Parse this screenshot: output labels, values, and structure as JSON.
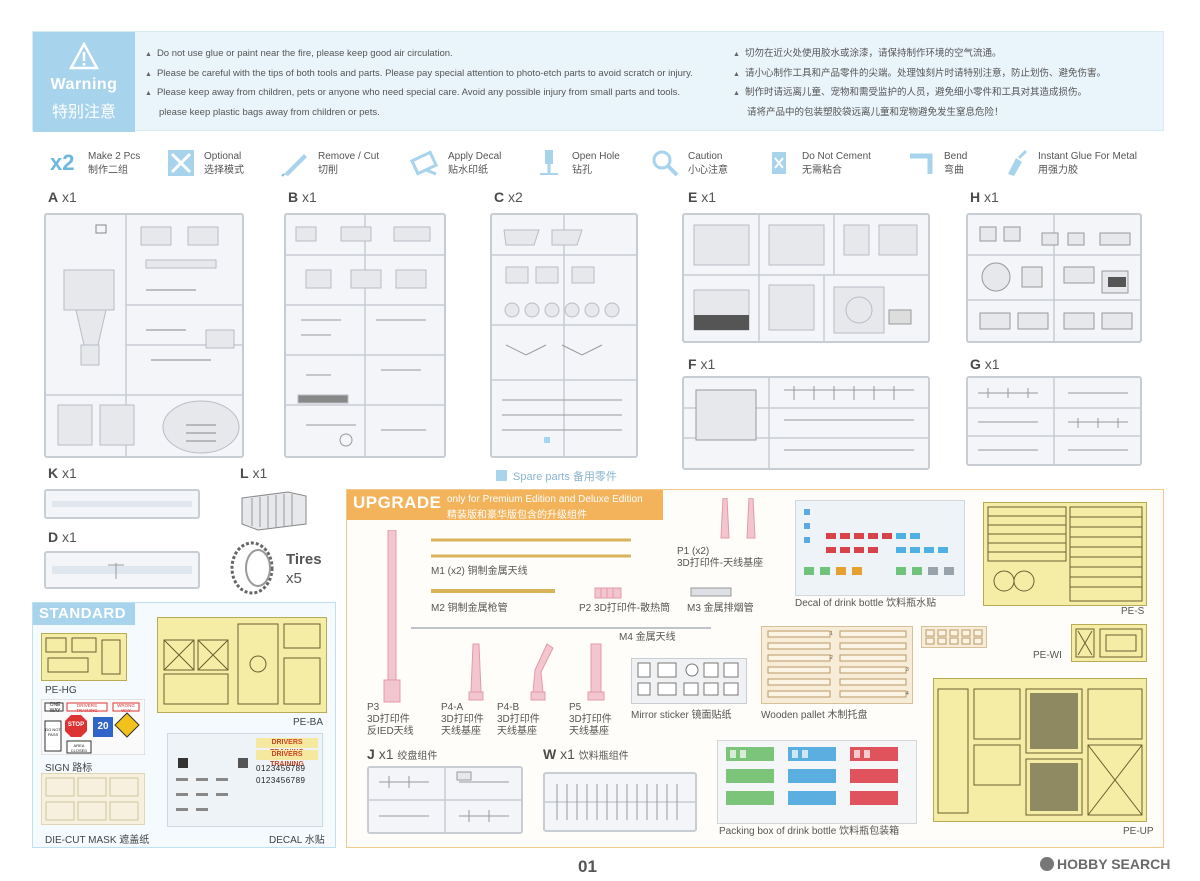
{
  "warning": {
    "title": "Warning",
    "title_cn": "特别注意",
    "en_lines": [
      "Do not use glue or paint near the fire, please keep good air circulation.",
      "Please be careful with the tips of both tools and parts. Please pay special attention to photo-etch parts to avoid scratch or injury.",
      "Please keep away from children, pets or anyone who need special care. Avoid any possible injury from small parts and tools.",
      "please keep plastic bags away from children or pets."
    ],
    "cn_lines": [
      "切勿在近火处使用胶水或涂漆，请保持制作环境的空气流通。",
      "请小心制作工具和产品零件的尖端。处理蚀刻片时请特别注意，防止划伤、避免伤害。",
      "制作时请远离儿童、宠物和需受监护的人员，避免细小零件和工具对其造成损伤。",
      "请将产品中的包装塑胶袋远离儿童和宠物避免发生窒息危险！"
    ]
  },
  "legend": [
    {
      "icon": "make-2-pcs-icon",
      "en": "Make 2 Pcs",
      "cn": "制作二组"
    },
    {
      "icon": "optional-icon",
      "en": "Optional",
      "cn": "选择模式"
    },
    {
      "icon": "remove-cut-icon",
      "en": "Remove / Cut",
      "cn": "切削"
    },
    {
      "icon": "apply-decal-icon",
      "en": "Apply Decal",
      "cn": "贴水印纸"
    },
    {
      "icon": "open-hole-icon",
      "en": "Open Hole",
      "cn": "钻孔"
    },
    {
      "icon": "caution-icon",
      "en": "Caution",
      "cn": "小心注意"
    },
    {
      "icon": "do-not-cement-icon",
      "en": "Do Not Cement",
      "cn": "无需粘合"
    },
    {
      "icon": "bend-icon",
      "en": "Bend",
      "cn": "弯曲"
    },
    {
      "icon": "instant-glue-icon",
      "en": "Instant Glue For Metal",
      "cn": "用强力胶"
    }
  ],
  "legend_x2": "x2",
  "sprues": {
    "A": {
      "letter": "A",
      "count": "x1"
    },
    "B": {
      "letter": "B",
      "count": "x1"
    },
    "C": {
      "letter": "C",
      "count": "x2"
    },
    "E": {
      "letter": "E",
      "count": "x1"
    },
    "H": {
      "letter": "H",
      "count": "x1"
    },
    "F": {
      "letter": "F",
      "count": "x1"
    },
    "G": {
      "letter": "G",
      "count": "x1"
    },
    "K": {
      "letter": "K",
      "count": "x1"
    },
    "L": {
      "letter": "L",
      "count": "x1"
    },
    "D": {
      "letter": "D",
      "count": "x1"
    },
    "J": {
      "letter": "J",
      "count": "x1",
      "name_cn": "绞盘组件"
    },
    "W": {
      "letter": "W",
      "count": "x1",
      "name_cn": "饮料瓶组件"
    }
  },
  "spare_parts": "Spare parts 备用零件",
  "tires": {
    "label": "Tires",
    "count": "x5"
  },
  "standard": {
    "title": "STANDARD",
    "pe_hg": "PE-HG",
    "pe_ba": "PE-BA",
    "sign": "SIGN 路标",
    "die_cut": "DIE-CUT MASK 遮盖纸",
    "decal": "DECAL 水贴",
    "sign_texts": [
      "ONE WAY",
      "DRIVERS TRAINING",
      "WRONG WAY",
      "STOP",
      "20",
      "DO NOT PASS",
      "AREA CLOSED"
    ],
    "decal_header": "DRIVERS TRAINING",
    "decal_digits": "0123456789"
  },
  "upgrade": {
    "title": "UPGRADE",
    "sub_en": "only for Premium Edition and Deluxe Edition",
    "sub_cn": "精装版和豪华版包含的升级组件",
    "m1": "M1 (x2) 铜制金属天线",
    "m2": "M2 铜制金属枪管",
    "p2": "P2 3D打印件-散热筒",
    "m3": "M3 金属排烟管",
    "p1": [
      "P1 (x2)",
      "3D打印件-天线基座"
    ],
    "m4": "M4 金属天线",
    "p3": [
      "P3",
      "3D打印件",
      "反IED天线"
    ],
    "p4a": [
      "P4-A",
      "3D打印件",
      "天线基座"
    ],
    "p4b": [
      "P4-B",
      "3D打印件",
      "天线基座"
    ],
    "p5": [
      "P5",
      "3D打印件",
      "天线基座"
    ],
    "mirror": "Mirror sticker 镜面贴纸",
    "pallet": "Wooden pallet 木制托盘",
    "bottle_decal": "Decal of drink bottle 饮料瓶水贴",
    "packing": "Packing box of drink bottle 饮料瓶包装箱",
    "pe_s": "PE-S",
    "pe_wi": "PE-WI",
    "pe_up": "PE-UP",
    "pallet_nums": [
      "1",
      "2",
      "3",
      "4"
    ]
  },
  "page_number": "01",
  "watermark": "HOBBY SEARCH"
}
